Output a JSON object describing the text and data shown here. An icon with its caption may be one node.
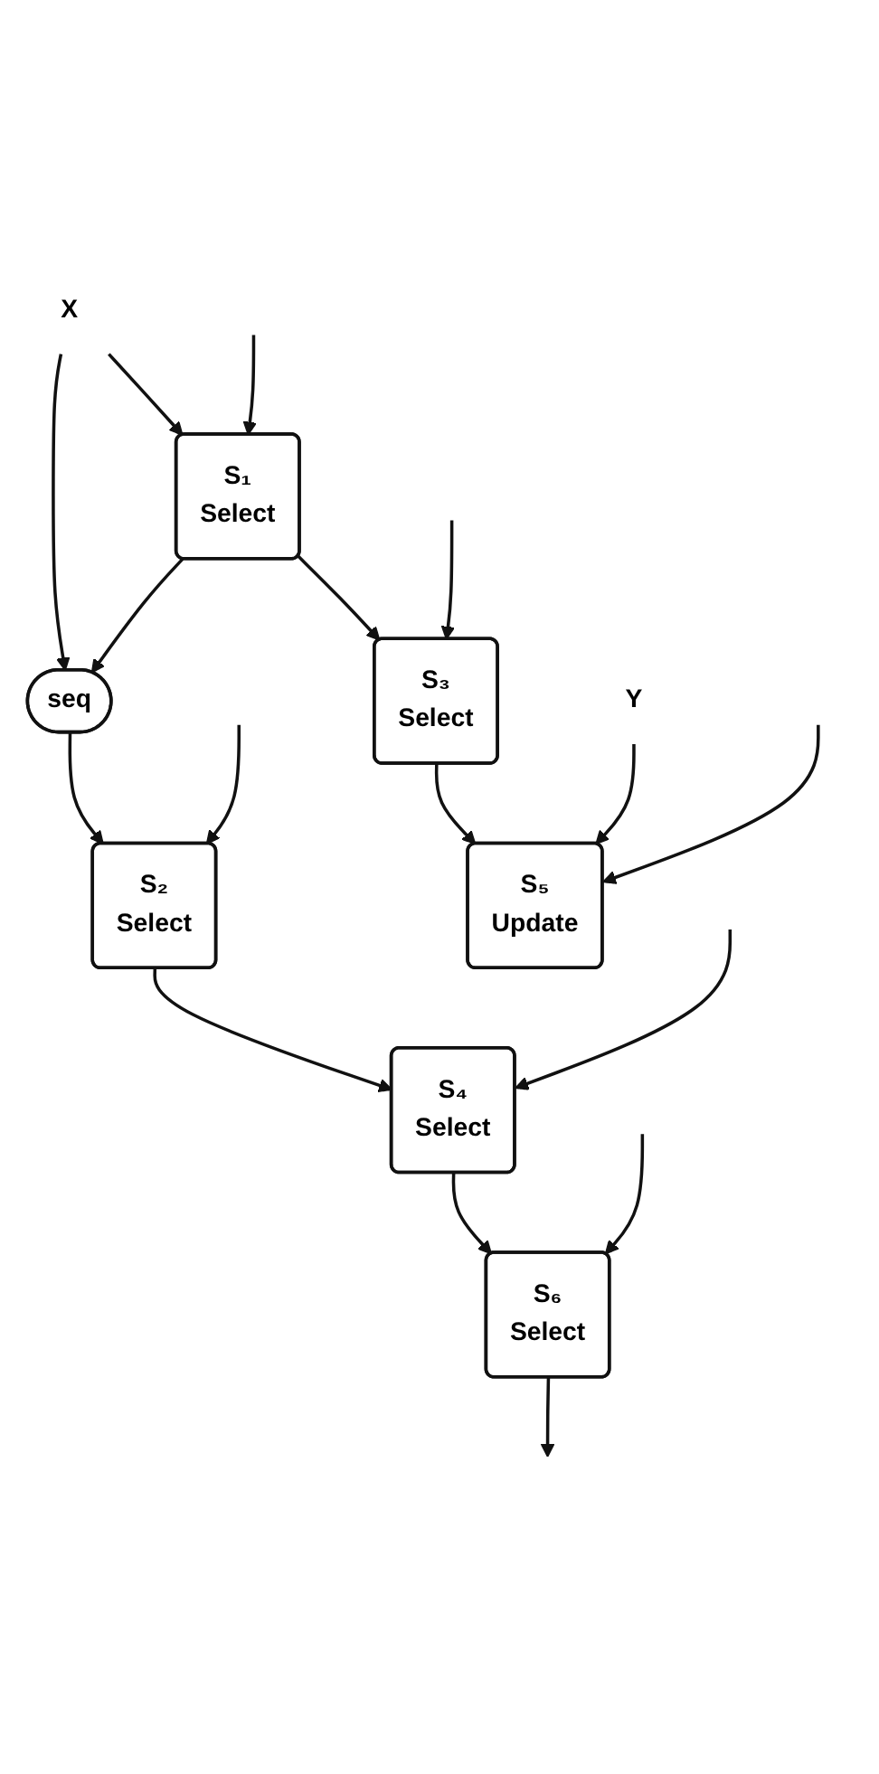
{
  "diagram": {
    "nodes": [
      {
        "text": [
          "Y"
        ]
      },
      {
        "text": [
          "X"
        ]
      },
      {
        "text": [
          "S₁",
          "Select"
        ]
      },
      {
        "text": [
          "seq"
        ]
      },
      {
        "text": [
          "S₂",
          "Select"
        ]
      },
      {
        "text": [
          "S₃",
          "Select"
        ]
      },
      {
        "text": [
          "S₄",
          "Select"
        ]
      },
      {
        "text": [
          "S₅",
          "Update"
        ]
      },
      {
        "text": [
          "S₆",
          "Select"
        ]
      }
    ],
    "edges": [
      {
        "from": 1,
        "to": 2,
        "arrow": "to"
      },
      {
        "from": 1,
        "to": 3,
        "arrow": "to"
      },
      {
        "from": 2,
        "to": 3,
        "arrow": "to"
      },
      {
        "from": 2,
        "to": 5,
        "arrow": "to"
      },
      {
        "from": 3,
        "to": 4,
        "arrow": "to"
      },
      {
        "from": 4,
        "to": 6,
        "arrow": "to"
      },
      {
        "from": 5,
        "to": 7,
        "arrow": "to"
      },
      {
        "from": 6,
        "to": 8,
        "arrow": "to"
      },
      {
        "from": 0,
        "to": 7,
        "arrow": "to"
      },
      {
        "from": null,
        "to": 2,
        "arrow": "to"
      },
      {
        "from": null,
        "to": 4,
        "arrow": "to"
      },
      {
        "from": null,
        "to": 5,
        "arrow": "to"
      },
      {
        "from": null,
        "to": 6,
        "arrow": "to"
      },
      {
        "from": null,
        "to": 7,
        "arrow": "to"
      },
      {
        "from": null,
        "to": 8,
        "arrow": "to"
      },
      {
        "from": 8,
        "to": null,
        "arrow": "to"
      }
    ]
  }
}
